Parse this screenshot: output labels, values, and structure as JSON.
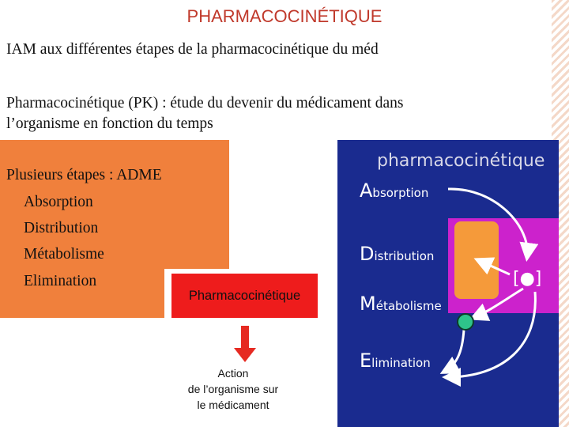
{
  "title": "PHARMACOCINÉTIQUE",
  "intro": "IAM aux différentes étapes de la pharmacocinétique du méd",
  "definition": {
    "line1": "Pharmacocinétique (PK) : étude du devenir du médicament dans",
    "line2": "l’organisme en fonction du temps"
  },
  "steps": {
    "heading": "Plusieurs étapes : ADME",
    "items": [
      "Absorption",
      "Distribution",
      "Métabolisme",
      "Elimination"
    ]
  },
  "flow": {
    "box_label": "Pharmacocinétique",
    "action_lines": [
      "Action",
      "de l’organisme sur",
      "le médicament"
    ],
    "box_color": "#ee1c1c",
    "arrow_color": "#e62a22"
  },
  "figure": {
    "title": "pharmacocinétique",
    "stages": [
      {
        "cap": "A",
        "rest": "bsorption"
      },
      {
        "cap": "D",
        "rest": "istribution"
      },
      {
        "cap": "M",
        "rest": "étabolisme"
      },
      {
        "cap": "E",
        "rest": "limination"
      }
    ],
    "concentration_label": "[●]",
    "background_color": "#1a2b8f",
    "tissue_color": "#cc22cc",
    "compartment_color": "#f59a3a",
    "metabolite_color": "#2ec48a"
  }
}
